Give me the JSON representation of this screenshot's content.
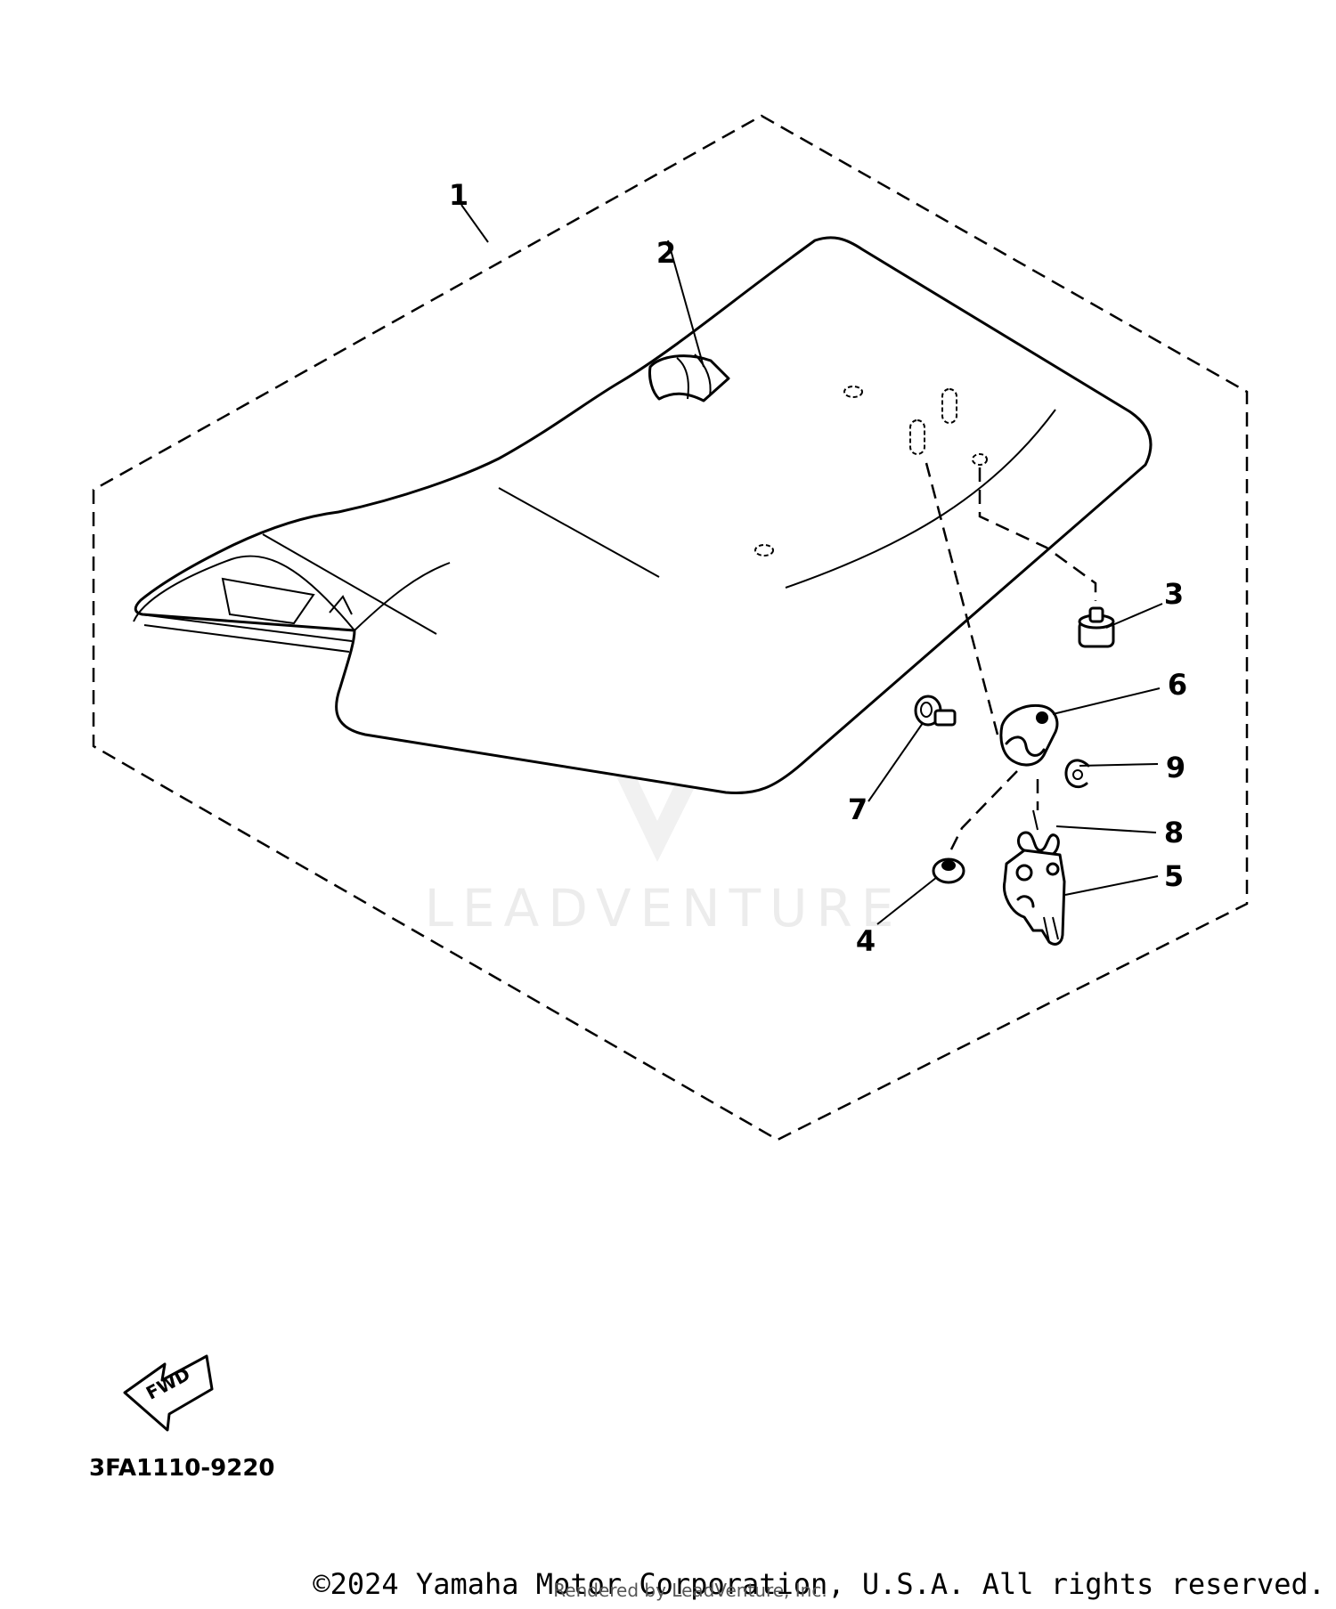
{
  "callouts": [
    {
      "id": "1",
      "label": "1"
    },
    {
      "id": "2",
      "label": "2"
    },
    {
      "id": "3",
      "label": "3"
    },
    {
      "id": "4",
      "label": "4"
    },
    {
      "id": "5",
      "label": "5"
    },
    {
      "id": "6",
      "label": "6"
    },
    {
      "id": "7",
      "label": "7"
    },
    {
      "id": "8",
      "label": "8"
    },
    {
      "id": "9",
      "label": "9"
    }
  ],
  "fwd_label": "FWD",
  "diagram_code": "3FA1110-9220",
  "watermark_text": "LEADVENTURE",
  "copyright": "©2024 Yamaha Motor Corporation, U.S.A. All rights reserved.",
  "rendered_by": "Rendered by LeadVenture, Inc."
}
